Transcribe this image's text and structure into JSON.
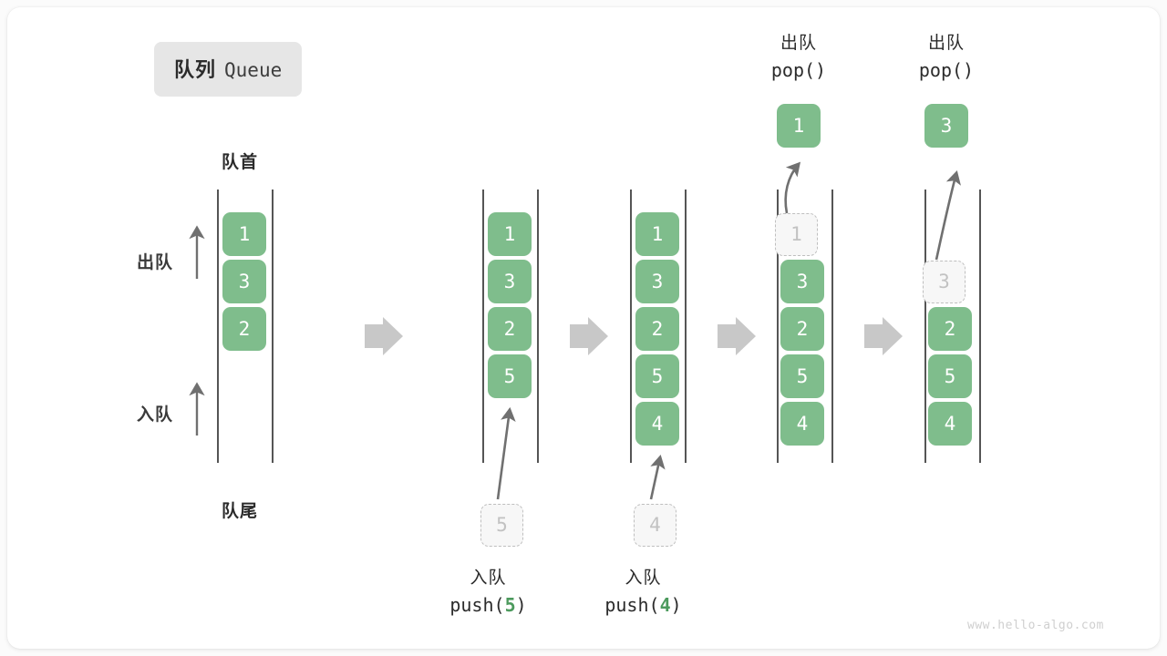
{
  "title": {
    "cn": "队列",
    "en": "Queue"
  },
  "labels": {
    "front": "队首",
    "rear": "队尾",
    "dequeue": "出队",
    "enqueue": "入队"
  },
  "watermark": "www.hello-algo.com",
  "colors": {
    "cell_fill": "#7fbd8c",
    "cell_text": "#ffffff",
    "ghost_fill": "#f7f7f7",
    "ghost_border": "#bfbfbf",
    "ghost_text": "#c2c2c2",
    "rail": "#555555",
    "arrow": "#707070",
    "step_arrow": "#c8c8c8",
    "chip_bg": "#e6e6e6",
    "accent_green": "#4c9a5d"
  },
  "steps": [
    {
      "id": "initial",
      "cells": [
        "1",
        "3",
        "2"
      ],
      "ghost": null,
      "popped": null,
      "caption": null
    },
    {
      "id": "push-5",
      "cells": [
        "1",
        "3",
        "2",
        "5"
      ],
      "ghost": {
        "value": "5",
        "position": "below"
      },
      "popped": null,
      "caption": {
        "cn": "入队",
        "code_prefix": "push(",
        "code_arg": "5",
        "code_suffix": ")"
      }
    },
    {
      "id": "push-4",
      "cells": [
        "1",
        "3",
        "2",
        "5",
        "4"
      ],
      "ghost": {
        "value": "4",
        "position": "below"
      },
      "popped": null,
      "caption": {
        "cn": "入队",
        "code_prefix": "push(",
        "code_arg": "4",
        "code_suffix": ")"
      }
    },
    {
      "id": "pop-1",
      "cells": [
        "3",
        "2",
        "5",
        "4"
      ],
      "ghost": {
        "value": "1",
        "position": "top"
      },
      "popped": {
        "value": "1",
        "cn": "出队",
        "code": "pop()"
      },
      "caption": null
    },
    {
      "id": "pop-3",
      "cells": [
        "2",
        "5",
        "4"
      ],
      "ghost": {
        "value": "3",
        "position": "top"
      },
      "popped": {
        "value": "3",
        "cn": "出队",
        "code": "pop()"
      },
      "caption": null
    }
  ],
  "step_arrows": [
    {
      "id": "arrow-1-2"
    },
    {
      "id": "arrow-2-3"
    },
    {
      "id": "arrow-3-4"
    },
    {
      "id": "arrow-4-5"
    }
  ]
}
